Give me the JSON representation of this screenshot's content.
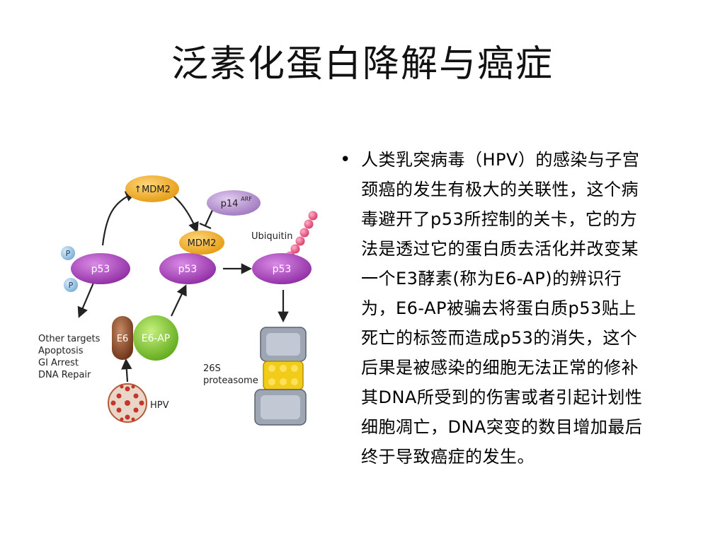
{
  "title": "泛素化蛋白降解与癌症",
  "diagram": {
    "mdm2_up": "↑MDM2",
    "mdm2": "MDM2",
    "p14": "p14",
    "p14_sup": "ARF",
    "ubiquitin": "Ubiquitin",
    "phospho": "P",
    "p53": "p53",
    "e6": "E6",
    "e6ap": "E6-AP",
    "hpv": "HPV",
    "targets": [
      "Other targets",
      "Apoptosis",
      "GI Arrest",
      "DNA Repair"
    ],
    "proteasome": [
      "26S",
      "proteasome"
    ]
  },
  "bullet": {
    "marker": "•",
    "lines": [
      "人类乳突病毒（HPV）的感染与子宫",
      "颈癌的发生有极大的关联性，这个病",
      "毒避开了p53所控制的关卡，它的方",
      "法是透过它的蛋白质去活化并改变某",
      "一个E3酵素(称为E6-AP)的辨识行",
      "为，E6-AP被骗去将蛋白质p53贴上",
      "死亡的标签而造成p53的消失，这个",
      "后果是被感染的细胞无法正常的修补",
      "其DNA所受到的伤害或者引起计划性",
      "细胞凋亡，DNA突变的数目增加最后",
      "终于导致癌症的发生。"
    ]
  },
  "colors": {
    "p53": "#a23cb5",
    "mdm2": "#f0a81e",
    "p14": "#b088c8",
    "e6": "#8b4a2b",
    "e6ap": "#7dc42a",
    "ubiquitin": "#e0547a",
    "phospho": "#8fc0e0",
    "hpv": "#c8342a"
  }
}
